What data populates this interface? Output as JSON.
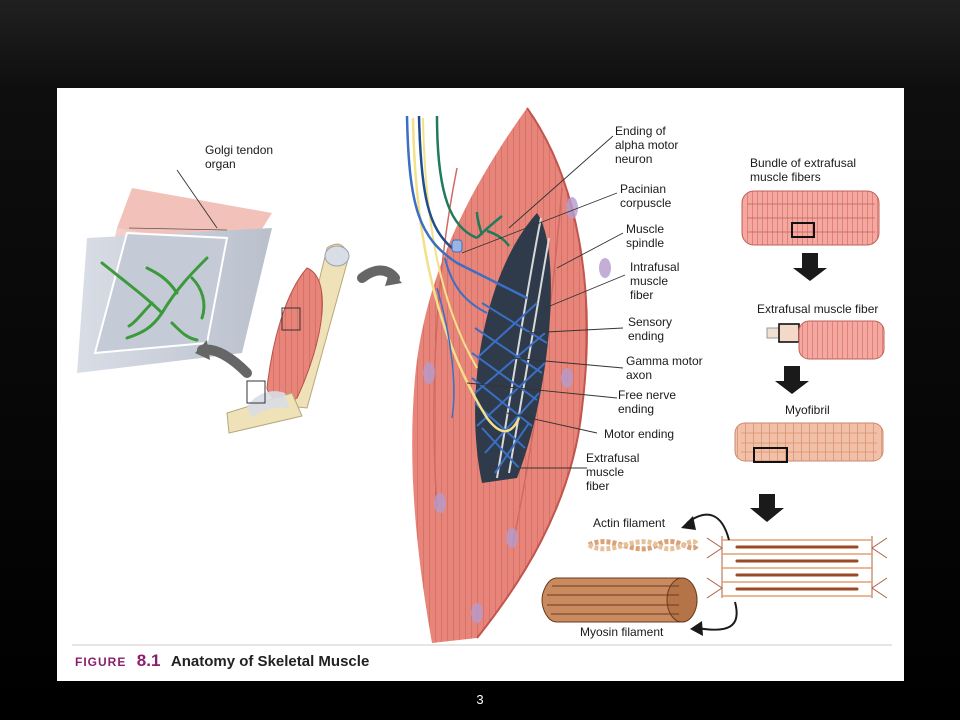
{
  "labels": {
    "golgi": [
      "Golgi tendon",
      "organ"
    ],
    "alpha": [
      "Ending of",
      "alpha motor",
      "neuron"
    ],
    "pacinian": [
      "Pacinian",
      "corpuscle"
    ],
    "spindle": [
      "Muscle",
      "spindle"
    ],
    "intrafusal": [
      "Intrafusal",
      "muscle",
      "fiber"
    ],
    "sensory": [
      "Sensory",
      "ending"
    ],
    "gamma": [
      "Gamma motor",
      "axon"
    ],
    "free_nerve": [
      "Free nerve",
      "ending"
    ],
    "motor_ending": "Motor ending",
    "extrafusal": [
      "Extrafusal",
      "muscle",
      "fiber"
    ],
    "bundle": [
      "Bundle of extrafusal",
      "muscle fibers"
    ],
    "extrafusal_fiber": "Extrafusal muscle fiber",
    "myofibril": "Myofibril",
    "actin": "Actin filament",
    "myosin": "Myosin filament"
  },
  "caption": {
    "prefix": "FIGURE",
    "number": "8.1",
    "title": "Anatomy of Skeletal Muscle"
  },
  "page_number": "3"
}
